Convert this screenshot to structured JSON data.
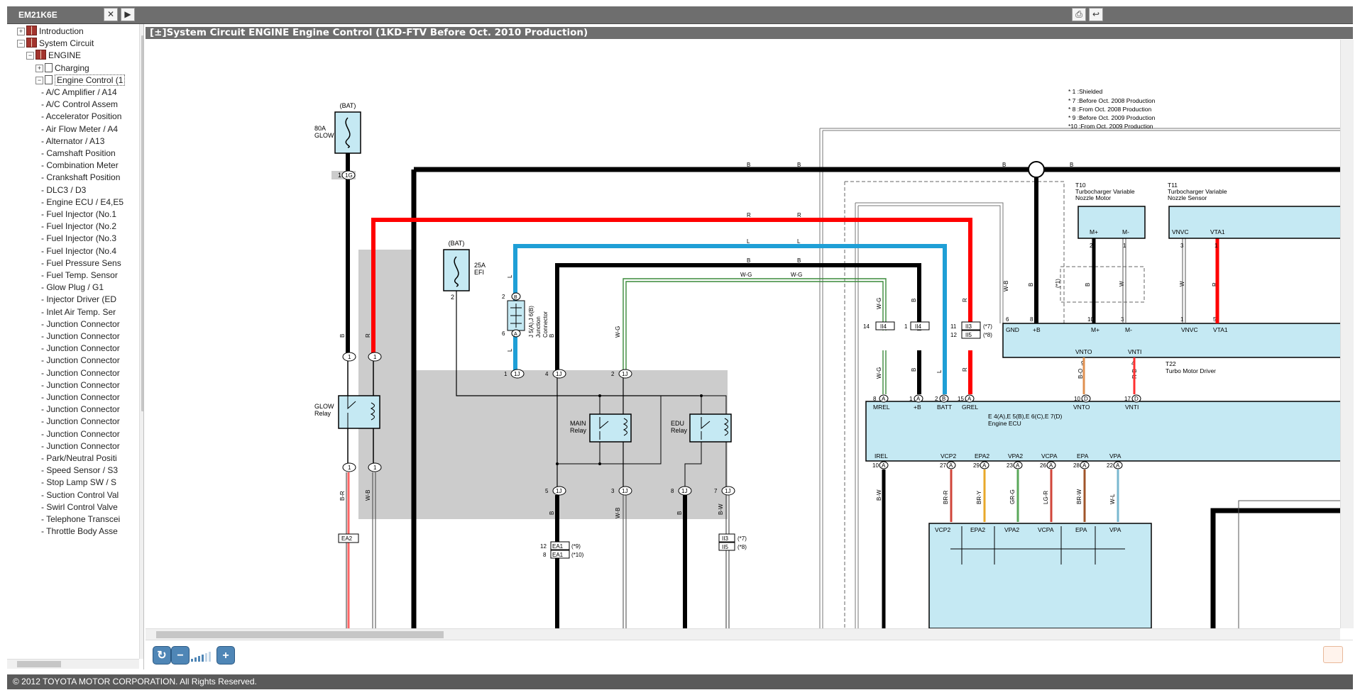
{
  "app": {
    "title": "EM21K6E"
  },
  "toolbar": {
    "close_label": "✕",
    "play_label": "▶",
    "print_label": "⎙",
    "back_label": "↩"
  },
  "sidebar": {
    "items": [
      {
        "label": "Introduction",
        "level": 0,
        "expander": "+",
        "icon": "book-icon"
      },
      {
        "label": "System Circuit",
        "level": 0,
        "expander": "−",
        "icon": "book-open-icon"
      },
      {
        "label": "ENGINE",
        "level": 1,
        "expander": "−",
        "icon": "book-open-icon"
      },
      {
        "label": "Charging",
        "level": 2,
        "expander": "+",
        "icon": "document-icon"
      },
      {
        "label": "Engine Control (1",
        "level": 2,
        "expander": "−",
        "icon": "document-icon",
        "selected": true
      },
      {
        "label": "- A/C Amplifier / A14"
      },
      {
        "label": "- A/C Control Assem"
      },
      {
        "label": "- Accelerator Position"
      },
      {
        "label": "- Air Flow Meter / A4"
      },
      {
        "label": "- Alternator / A13"
      },
      {
        "label": "- Camshaft Position"
      },
      {
        "label": "- Combination Meter"
      },
      {
        "label": "- Crankshaft Position"
      },
      {
        "label": "- DLC3 / D3"
      },
      {
        "label": "- Engine ECU / E4,E5"
      },
      {
        "label": "- Fuel Injector (No.1"
      },
      {
        "label": "- Fuel Injector (No.2"
      },
      {
        "label": "- Fuel Injector (No.3"
      },
      {
        "label": "- Fuel Injector (No.4"
      },
      {
        "label": "- Fuel Pressure Sens"
      },
      {
        "label": "- Fuel Temp. Sensor"
      },
      {
        "label": "- Glow Plug / G1"
      },
      {
        "label": "- Injector Driver (ED"
      },
      {
        "label": "- Inlet Air Temp. Ser"
      },
      {
        "label": "- Junction Connector"
      },
      {
        "label": "- Junction Connector"
      },
      {
        "label": "- Junction Connector"
      },
      {
        "label": "- Junction Connector"
      },
      {
        "label": "- Junction Connector"
      },
      {
        "label": "- Junction Connector"
      },
      {
        "label": "- Junction Connector"
      },
      {
        "label": "- Junction Connector"
      },
      {
        "label": "- Junction Connector"
      },
      {
        "label": "- Junction Connector"
      },
      {
        "label": "- Junction Connector"
      },
      {
        "label": "- Park/Neutral Positi"
      },
      {
        "label": "- Speed Sensor / S3"
      },
      {
        "label": "- Stop Lamp SW / S"
      },
      {
        "label": "- Suction Control Val"
      },
      {
        "label": "- Swirl Control Valve"
      },
      {
        "label": "- Telephone Transcei"
      },
      {
        "label": "- Throttle Body Asse"
      }
    ]
  },
  "content": {
    "header": "[±]System Circuit  ENGINE  Engine Control (1KD-FTV Before Oct. 2010 Production)"
  },
  "notes": [
    "* 1 :Shielded",
    "* 7 :Before Oct. 2008 Production",
    "* 8 :From Oct. 2008 Production",
    "* 9 :Before Oct. 2009 Production",
    "*10 :From Oct. 2009 Production"
  ],
  "diagram": {
    "bat1": "(BAT)",
    "fuse1": "80A\nGLOW",
    "conn_1g": "1G",
    "bat2": "(BAT)",
    "fuse2": "25A\nEFI",
    "jc_label": "J 5(A),J 6(B)\nJunction\nConnector",
    "glow_relay": "GLOW\nRelay",
    "main_relay": "MAIN\nRelay",
    "edu_relay": "EDU\nRelay",
    "t10": "T10\nTurbocharger Variable\nNozzle Motor",
    "t11": "T11\nTurbocharger Variable\nNozzle Sensor",
    "t22": "T22\nTurbo Motor Driver",
    "ecu": "E 4(A),E 5(B),E 6(C),E 7(D)\nEngine ECU",
    "ecu_top_pins": [
      "MREL",
      "+B",
      "BATT",
      "GREL",
      "VNTO",
      "VNTI"
    ],
    "ecu_bottom_pins": [
      "IREL",
      "VCP2",
      "EPA2",
      "VPA2",
      "VCPA",
      "EPA",
      "VPA"
    ],
    "sensor_pins": [
      "VCP2",
      "EPA2",
      "VPA2",
      "VCPA",
      "EPA",
      "VPA"
    ],
    "t22_pins": [
      "GND",
      "+B",
      "M+",
      "M-",
      "VNVC",
      "VTA1",
      "VNTO",
      "VNTI"
    ],
    "t10_pins": [
      "M+",
      "M-"
    ],
    "t11_pins": [
      "VNVC",
      "VTA1"
    ],
    "wire_colors": {
      "black": "#000000",
      "red": "#ff0000",
      "blue": "#1f9fd6",
      "ltblue_fill": "#c5e9f3",
      "gray_fill": "#cccccc"
    }
  },
  "footer": {
    "copyright": "© 2012 TOYOTA MOTOR CORPORATION. All Rights Reserved."
  }
}
